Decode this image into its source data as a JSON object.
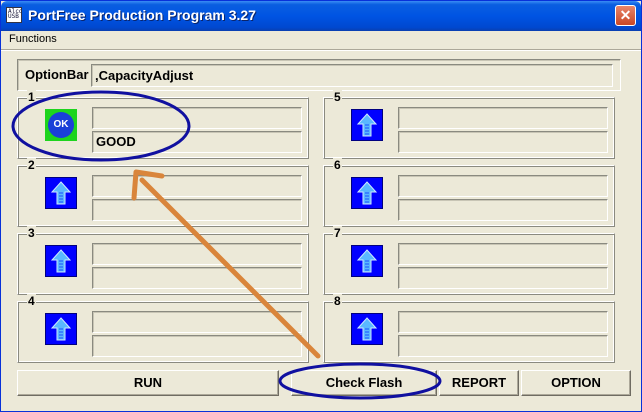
{
  "window": {
    "title": "PortFree Production Program 3.27",
    "icon_text": "Alcor USB"
  },
  "menu": {
    "functions": "Functions"
  },
  "optionbar": {
    "label": "OptionBar",
    "value": ",CapacityAdjust"
  },
  "slots": [
    {
      "number": "1",
      "status_icon": "ok-icon",
      "icon_text": "OK",
      "line1": "",
      "line2": "GOOD"
    },
    {
      "number": "2",
      "status_icon": "up-arrow-icon",
      "line1": "",
      "line2": ""
    },
    {
      "number": "3",
      "status_icon": "up-arrow-icon",
      "line1": "",
      "line2": ""
    },
    {
      "number": "4",
      "status_icon": "up-arrow-icon",
      "line1": "",
      "line2": ""
    },
    {
      "number": "5",
      "status_icon": "up-arrow-icon",
      "line1": "",
      "line2": ""
    },
    {
      "number": "6",
      "status_icon": "up-arrow-icon",
      "line1": "",
      "line2": ""
    },
    {
      "number": "7",
      "status_icon": "up-arrow-icon",
      "line1": "",
      "line2": ""
    },
    {
      "number": "8",
      "status_icon": "up-arrow-icon",
      "line1": "",
      "line2": ""
    }
  ],
  "buttons": {
    "run": "RUN",
    "check_flash": "Check Flash",
    "report": "REPORT",
    "option": "OPTION"
  },
  "annotation": {
    "circle_color": "#1010a0",
    "arrow_color": "#d9853b"
  }
}
